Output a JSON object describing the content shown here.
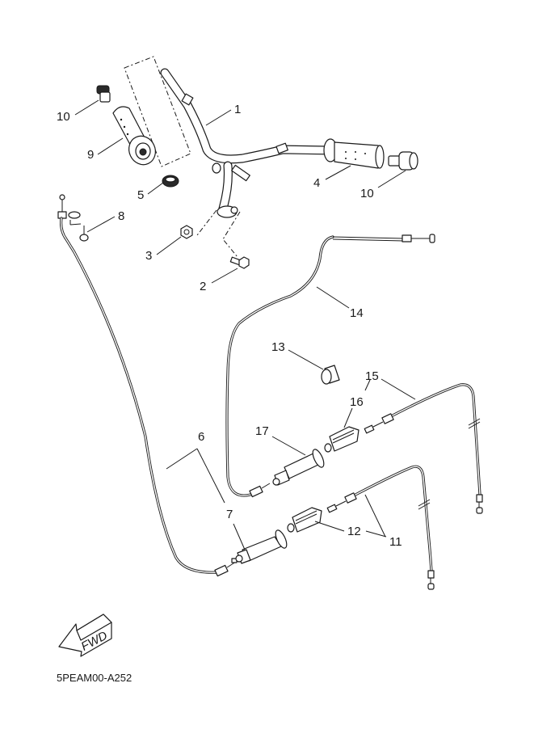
{
  "diagram": {
    "title_code": "5PEAM00-A252",
    "direction_label": "FWD",
    "callouts": [
      {
        "id": "1",
        "part": "handlebar"
      },
      {
        "id": "2",
        "part": "bolt"
      },
      {
        "id": "3",
        "part": "nut"
      },
      {
        "id": "4",
        "part": "grip (throttle)"
      },
      {
        "id": "5",
        "part": "grommet"
      },
      {
        "id": "6",
        "part": "throttle cable"
      },
      {
        "id": "7",
        "part": "cable adjuster boot"
      },
      {
        "id": "8",
        "part": "screw"
      },
      {
        "id": "9",
        "part": "grip (left)"
      },
      {
        "id": "10",
        "part": "grip end (left)"
      },
      {
        "id": "10b",
        "part": "grip end (right)"
      },
      {
        "id": "11",
        "part": "brake cable"
      },
      {
        "id": "12",
        "part": "cable joint"
      },
      {
        "id": "13",
        "part": "collar"
      },
      {
        "id": "14",
        "part": "cable"
      },
      {
        "id": "15",
        "part": "brake cable 2"
      },
      {
        "id": "16",
        "part": "cable joint 2"
      },
      {
        "id": "17",
        "part": "cable adjuster boot 2"
      }
    ],
    "labels": {
      "c1": "1",
      "c2": "2",
      "c3": "3",
      "c4": "4",
      "c5": "5",
      "c6": "6",
      "c7": "7",
      "c8": "8",
      "c9": "9",
      "c10a": "10",
      "c10b": "10",
      "c11": "11",
      "c12": "12",
      "c13": "13",
      "c14": "14",
      "c15": "15",
      "c16": "16",
      "c17": "17"
    }
  }
}
